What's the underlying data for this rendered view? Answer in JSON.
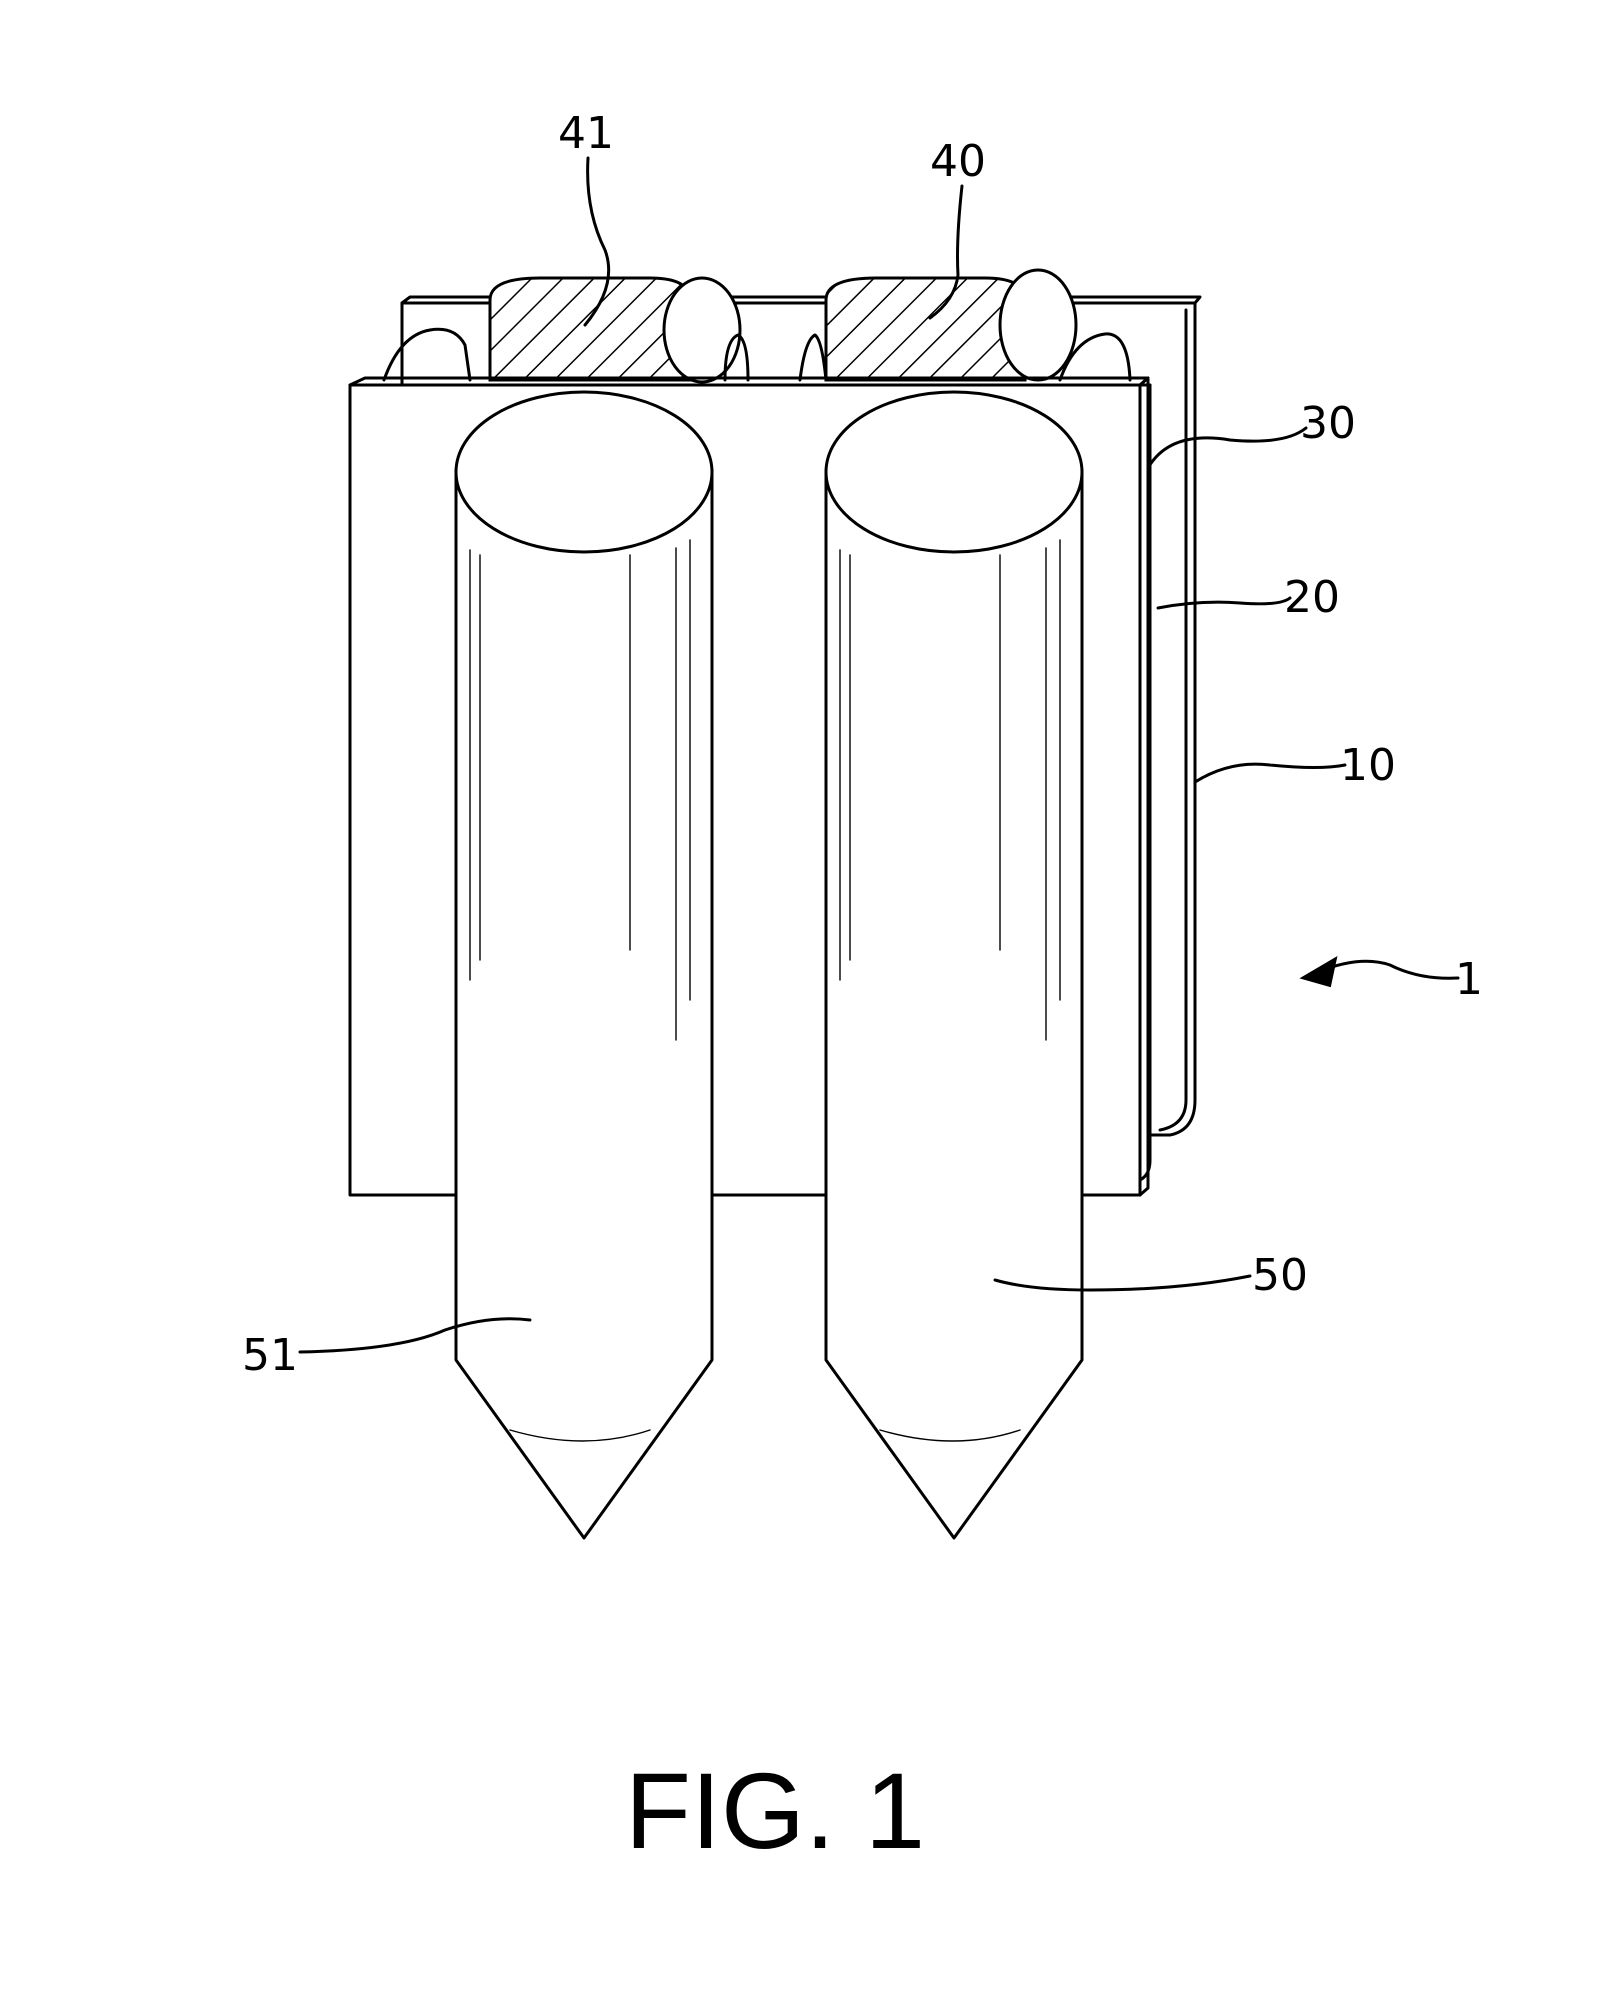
{
  "figure": {
    "caption": "FIG. 1",
    "labels": {
      "l41": "41",
      "l40": "40",
      "l30": "30",
      "l20": "20",
      "l10": "10",
      "l1": "1",
      "l50": "50",
      "l51": "51"
    }
  },
  "colors": {
    "stroke": "#000000",
    "background": "#ffffff"
  }
}
